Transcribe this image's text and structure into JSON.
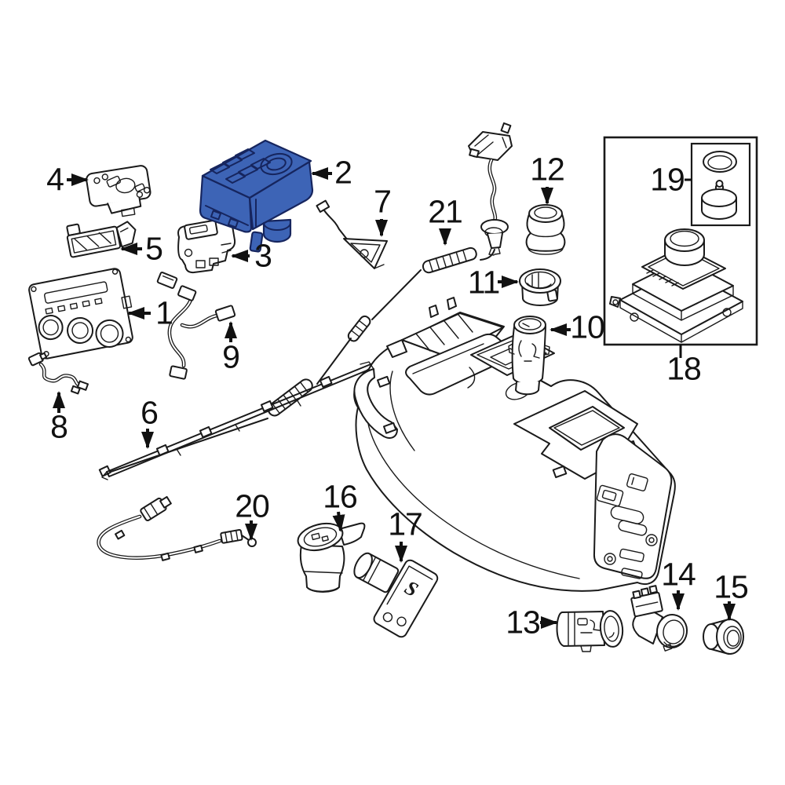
{
  "diagram": {
    "type": "exploded-parts-diagram",
    "background_color": "#ffffff",
    "line_color": "#1a1a1a",
    "highlight_color": "#3d64b6",
    "highlight_outline_color": "#16255e",
    "highlighted_part_number": "2"
  },
  "parts": {
    "p1": {
      "number": "1"
    },
    "p2": {
      "number": "2"
    },
    "p3": {
      "number": "3"
    },
    "p4": {
      "number": "4"
    },
    "p5": {
      "number": "5"
    },
    "p6": {
      "number": "6"
    },
    "p7": {
      "number": "7"
    },
    "p8": {
      "number": "8"
    },
    "p9": {
      "number": "9"
    },
    "p10": {
      "number": "10"
    },
    "p11": {
      "number": "11"
    },
    "p12": {
      "number": "12"
    },
    "p13": {
      "number": "13"
    },
    "p14": {
      "number": "14"
    },
    "p15": {
      "number": "15"
    },
    "p16": {
      "number": "16"
    },
    "p17": {
      "number": "17"
    },
    "p18": {
      "number": "18"
    },
    "p19": {
      "number": "19"
    },
    "p20": {
      "number": "20"
    },
    "p21": {
      "number": "21"
    }
  },
  "markings": {
    "p17_plate": "S"
  }
}
